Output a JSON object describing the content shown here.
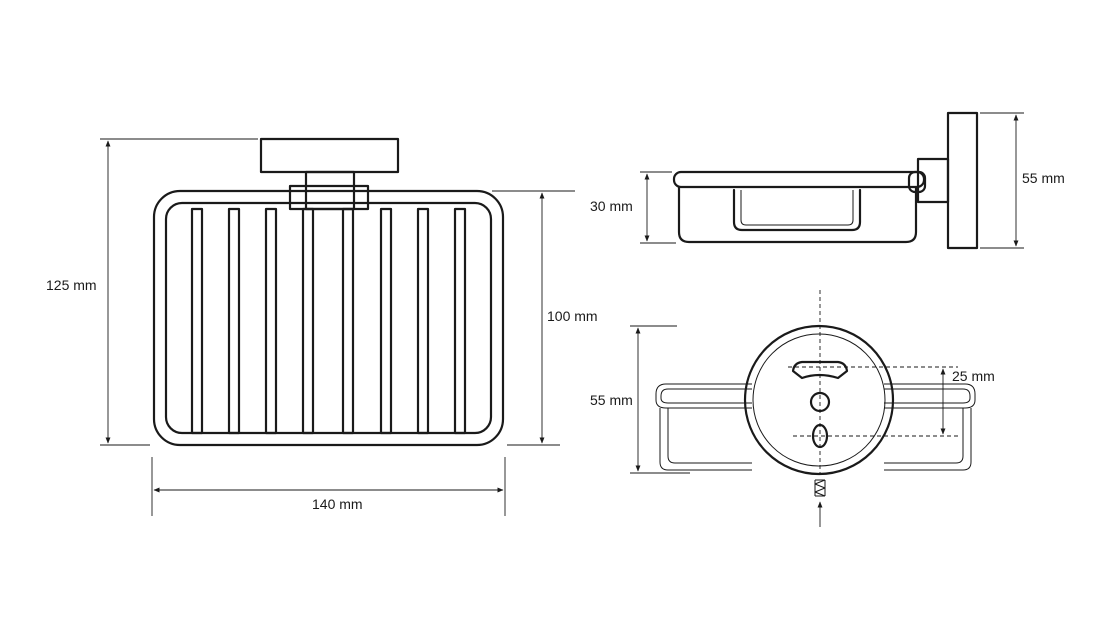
{
  "dimensions": {
    "front_height": "125 mm",
    "front_basket_height": "100 mm",
    "front_width": "140 mm",
    "side_basket_height": "30 mm",
    "side_mount_height": "55 mm",
    "top_depth": "55 mm",
    "top_hole_spacing": "25 mm"
  }
}
